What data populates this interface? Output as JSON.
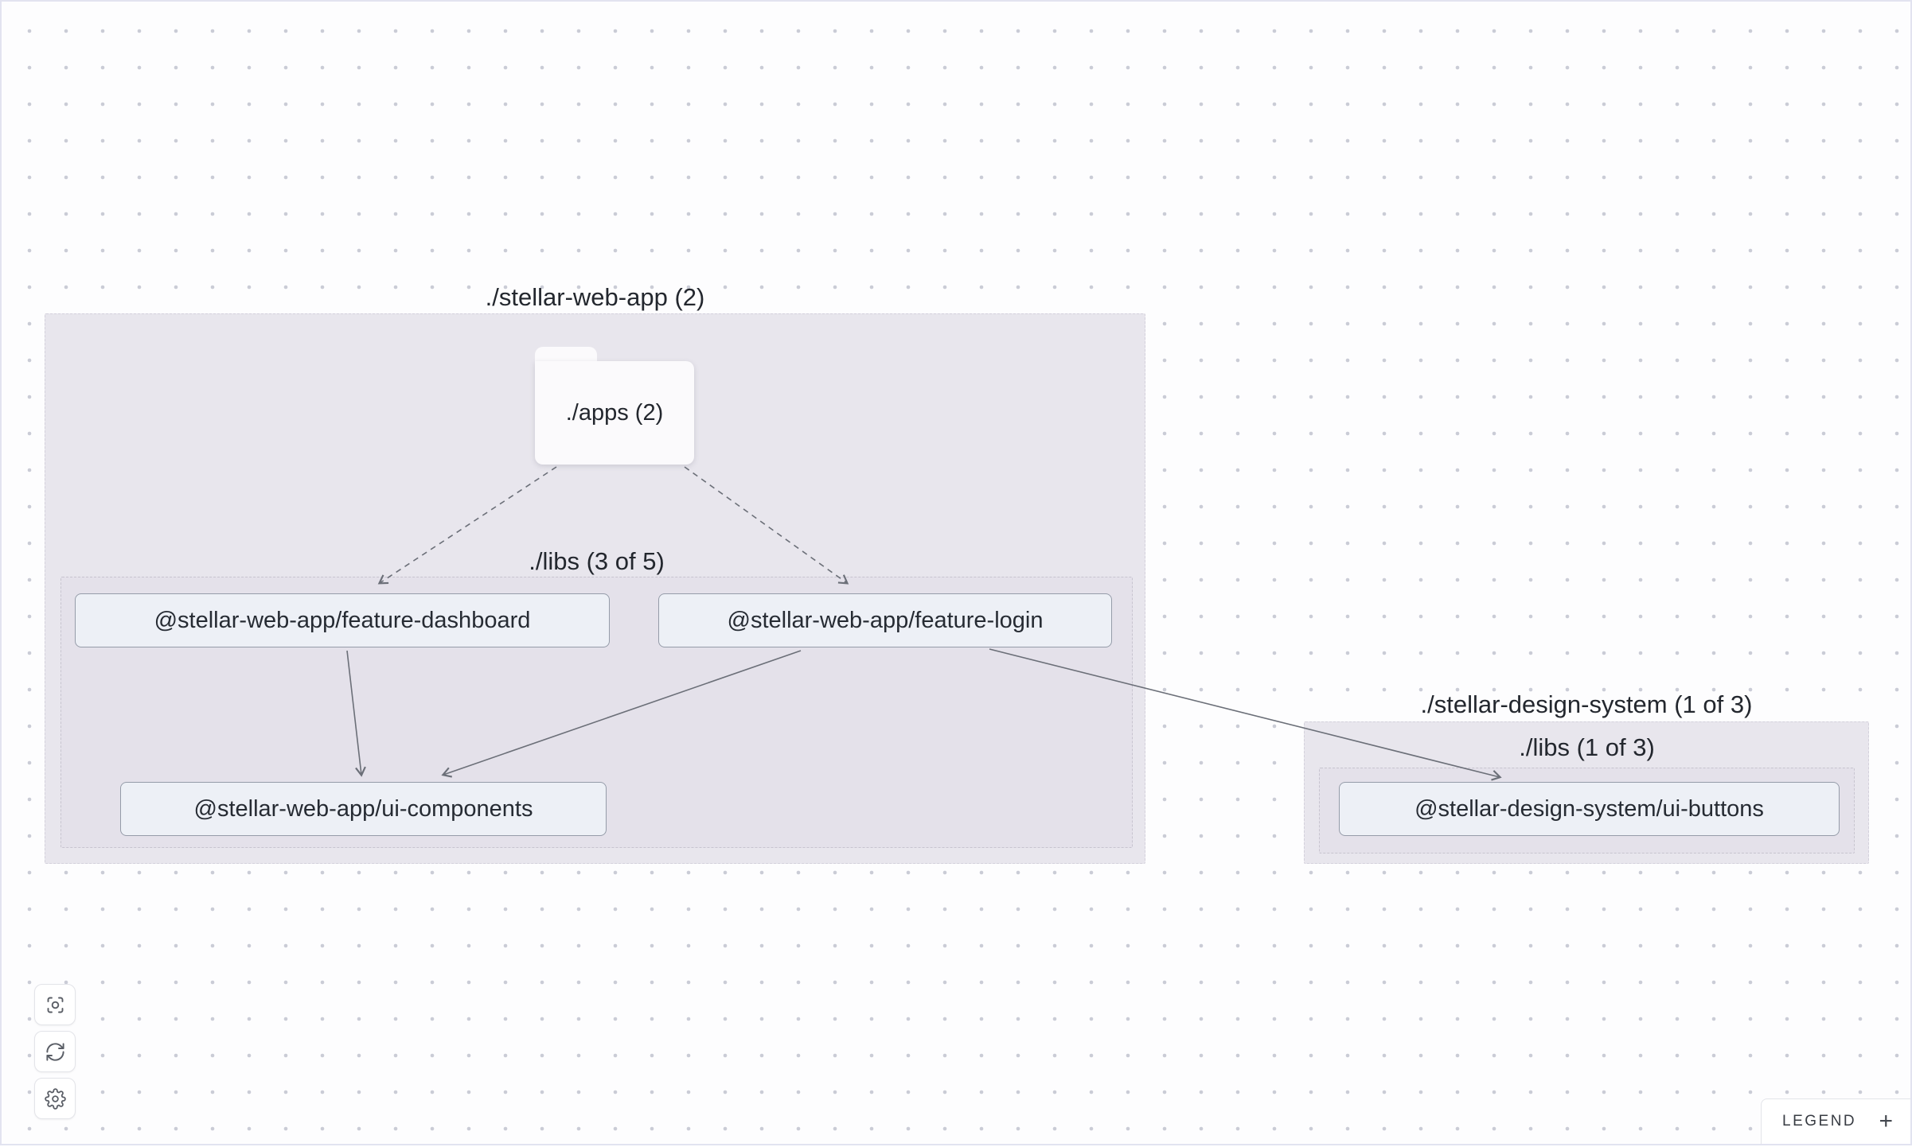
{
  "groups": {
    "stellar_web_app": {
      "label": "./stellar-web-app (2)"
    },
    "web_app_libs": {
      "label": "./libs (3 of 5)"
    },
    "stellar_design_system": {
      "label": "./stellar-design-system (1 of 3)"
    },
    "design_system_libs": {
      "label": "./libs (1 of 3)"
    }
  },
  "folder": {
    "label": "./apps (2)"
  },
  "nodes": {
    "feature_dashboard": {
      "label": "@stellar-web-app/feature-dashboard"
    },
    "feature_login": {
      "label": "@stellar-web-app/feature-login"
    },
    "ui_components": {
      "label": "@stellar-web-app/ui-components"
    },
    "ui_buttons": {
      "label": "@stellar-design-system/ui-buttons"
    }
  },
  "edges": [
    {
      "source": "./apps (2)",
      "target": "@stellar-web-app/feature-dashboard",
      "style": "dashed"
    },
    {
      "source": "./apps (2)",
      "target": "@stellar-web-app/feature-login",
      "style": "dashed"
    },
    {
      "source": "@stellar-web-app/feature-dashboard",
      "target": "@stellar-web-app/ui-components",
      "style": "solid"
    },
    {
      "source": "@stellar-web-app/feature-login",
      "target": "@stellar-web-app/ui-components",
      "style": "solid"
    },
    {
      "source": "@stellar-web-app/feature-login",
      "target": "@stellar-design-system/ui-buttons",
      "style": "solid"
    }
  ],
  "toolbar": {
    "buttons": [
      {
        "icon": "focus-icon"
      },
      {
        "icon": "refresh-icon"
      },
      {
        "icon": "settings-icon"
      }
    ]
  },
  "legend": {
    "label": "LEGEND",
    "expand_icon": "+"
  },
  "colors": {
    "group_fill": "#e8e6ed",
    "libs_group_fill": "#e4e1ea",
    "node_fill": "#edf0f6",
    "node_border": "#959ca9",
    "edge": "#6b6f78",
    "dot_grid": "#caccd6"
  }
}
